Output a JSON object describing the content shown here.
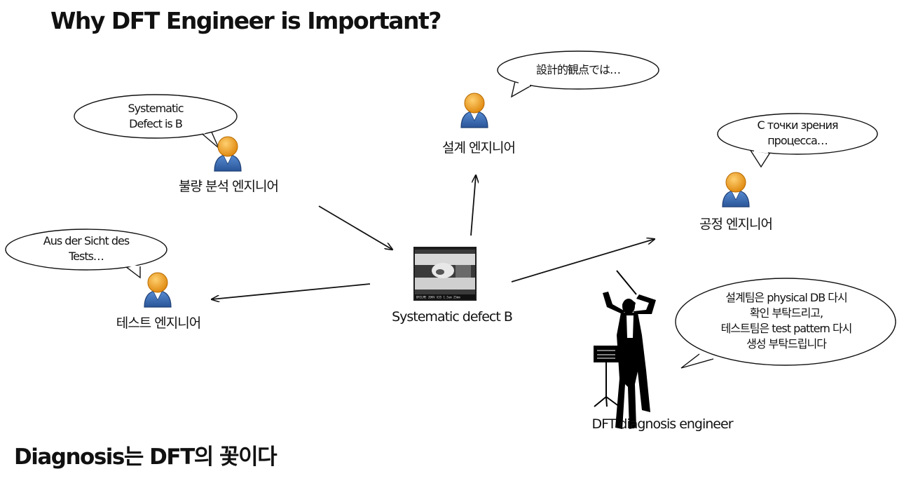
{
  "title": "Why DFT Engineer is Important?",
  "footer": "Diagnosis는 DFT의 꽃이다",
  "center": {
    "label": "Systematic defect B",
    "sem_caption": "DRILME  20KV  X35  1.5um  25mm"
  },
  "roles": {
    "failure_analysis": "불량 분석 엔지니어",
    "design": "설계 엔지니어",
    "process": "공정 엔지니어",
    "test": "테스트 엔지니어",
    "diagnosis": "DFT diagnosis engineer"
  },
  "bubbles": {
    "failure_analysis": [
      "Systematic",
      "Defect is B"
    ],
    "design": [
      "設計的観点では…"
    ],
    "process": [
      "С точки зрения",
      "процесса…"
    ],
    "test": [
      "Aus der Sicht des",
      "Tests…"
    ],
    "diagnosis": [
      "설계팀은 physical DB 다시",
      "확인 부탁드리고,",
      "테스트팀은 test pattern 다시",
      "생성 부탁드립니다"
    ]
  },
  "colors": {
    "person_head": "#f0a030",
    "person_body": "#3a6fb5",
    "arrow": "#111111"
  },
  "icons": [
    "person-icon",
    "conductor-icon",
    "music-stand-icon",
    "sem-image"
  ]
}
